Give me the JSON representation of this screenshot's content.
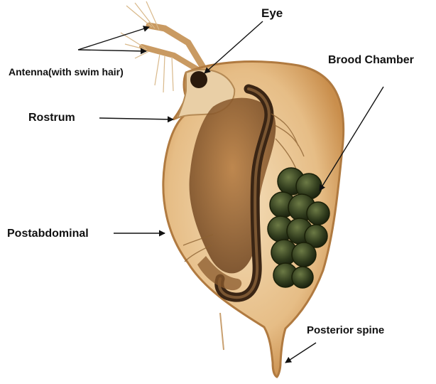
{
  "labels": {
    "eye": "Eye",
    "antenna": "Antenna(with swim hair)",
    "brood_chamber": "Brood Chamber",
    "rostrum": "Rostrum",
    "postabdominal": "Postabdominal",
    "posterior_spine": "Posterior spine"
  },
  "colors": {
    "background": "#ffffff",
    "carapace": "#e4b57a",
    "gut": "#3a2514",
    "eggs": "#2f3a1c",
    "text": "#111111"
  }
}
